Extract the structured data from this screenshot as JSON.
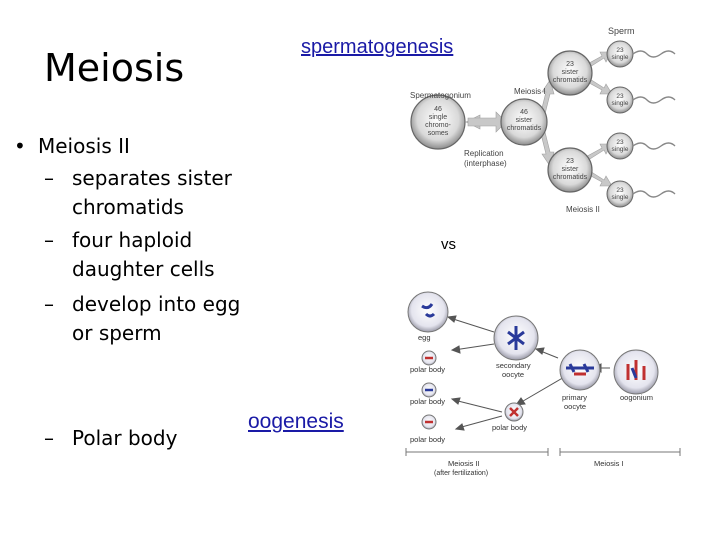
{
  "slide": {
    "title": "Meiosis",
    "spermatogenesis_link": "spermatogenesis",
    "oogenesis_link": "oogenesis",
    "vs": "vs",
    "bullet": "Meiosis II",
    "sub_points": [
      {
        "line1": "separates sister",
        "line2": "chromatids"
      },
      {
        "line1": "four haploid",
        "line2": "daughter cells"
      },
      {
        "line1": "develop into egg",
        "line2": "or sperm"
      }
    ],
    "polar_body_point": "Polar body"
  },
  "sperm_diagram": {
    "sperm_label": "Sperm",
    "spermatogonium": "Spermatogonium",
    "meiosis_i": "Meiosis I",
    "meiosis_ii": "Meiosis II",
    "replication": "Replication",
    "interphase": "(interphase)",
    "cell_46a": [
      "46",
      "single",
      "chromo-",
      "somes"
    ],
    "cell_46b": [
      "46",
      "sister",
      "chromatids"
    ],
    "cell_23a": [
      "23",
      "sister",
      "chromatids"
    ],
    "cell_23b": [
      "23",
      "sister",
      "chromatids"
    ],
    "single_23": [
      "23",
      "single"
    ]
  },
  "egg_diagram": {
    "egg": "egg",
    "polar_body": "polar body",
    "secondary_oocyte": [
      "secondary",
      "oocyte"
    ],
    "primary_oocyte": [
      "primary",
      "oocyte"
    ],
    "oogonium": "oogonium",
    "meiosis_ii": "Meiosis II",
    "after_fertilization": "(after fertilization)",
    "meiosis_i": "Meiosis I"
  }
}
